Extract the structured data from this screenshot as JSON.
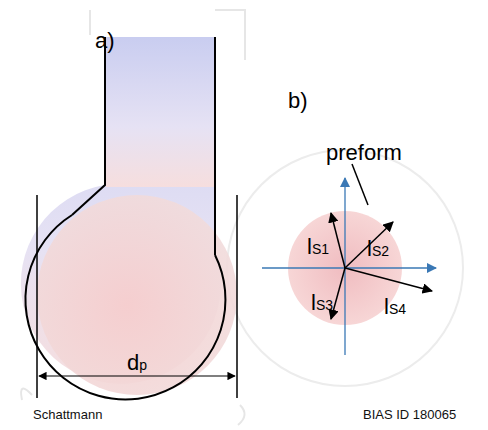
{
  "diagram": {
    "labels": [
      "a)",
      "b)",
      "dp",
      "preform",
      "lS1",
      "lS2",
      "lS3",
      "lS4",
      "Schattmann",
      "BIAS ID 180065"
    ]
  }
}
